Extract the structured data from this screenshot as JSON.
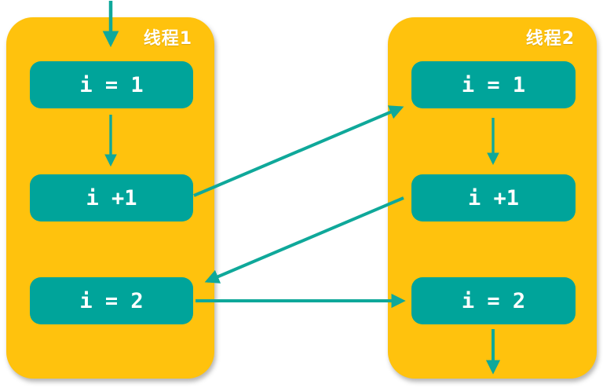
{
  "diagram": {
    "threads": [
      {
        "label": "线程1",
        "steps": [
          "i = 1",
          "i +1",
          "i = 2"
        ]
      },
      {
        "label": "线程2",
        "steps": [
          "i = 1",
          "i +1",
          "i = 2"
        ]
      }
    ],
    "arrows": [
      "entry-into-thread1-i1",
      "thread1-i1-to-thread1-iplus1",
      "thread1-iplus1-to-thread2-i1",
      "thread2-i1-to-thread2-iplus1",
      "thread2-iplus1-to-thread1-i2",
      "thread1-i2-to-thread2-i2",
      "thread2-i2-exit"
    ],
    "colors": {
      "panel": "#FFC20D",
      "step_box": "#00A49A",
      "arrow": "#0FA89A",
      "text": "#FFFFFF"
    }
  }
}
